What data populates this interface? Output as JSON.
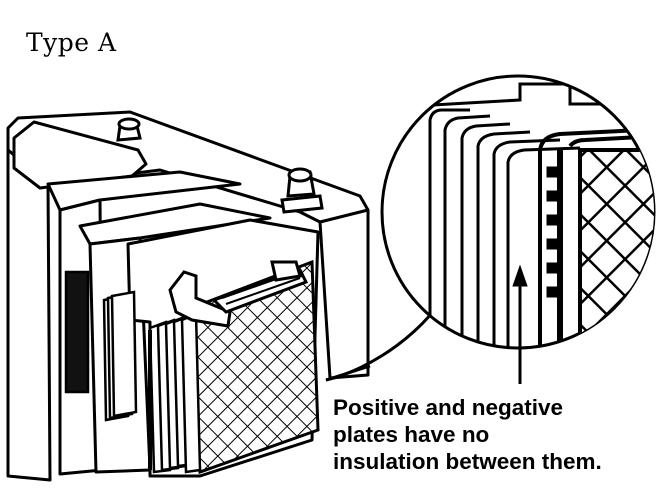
{
  "figure": {
    "type_label": "Type A",
    "caption_lines": [
      "Positive and negative",
      "plates have no",
      "insulation between them."
    ]
  }
}
